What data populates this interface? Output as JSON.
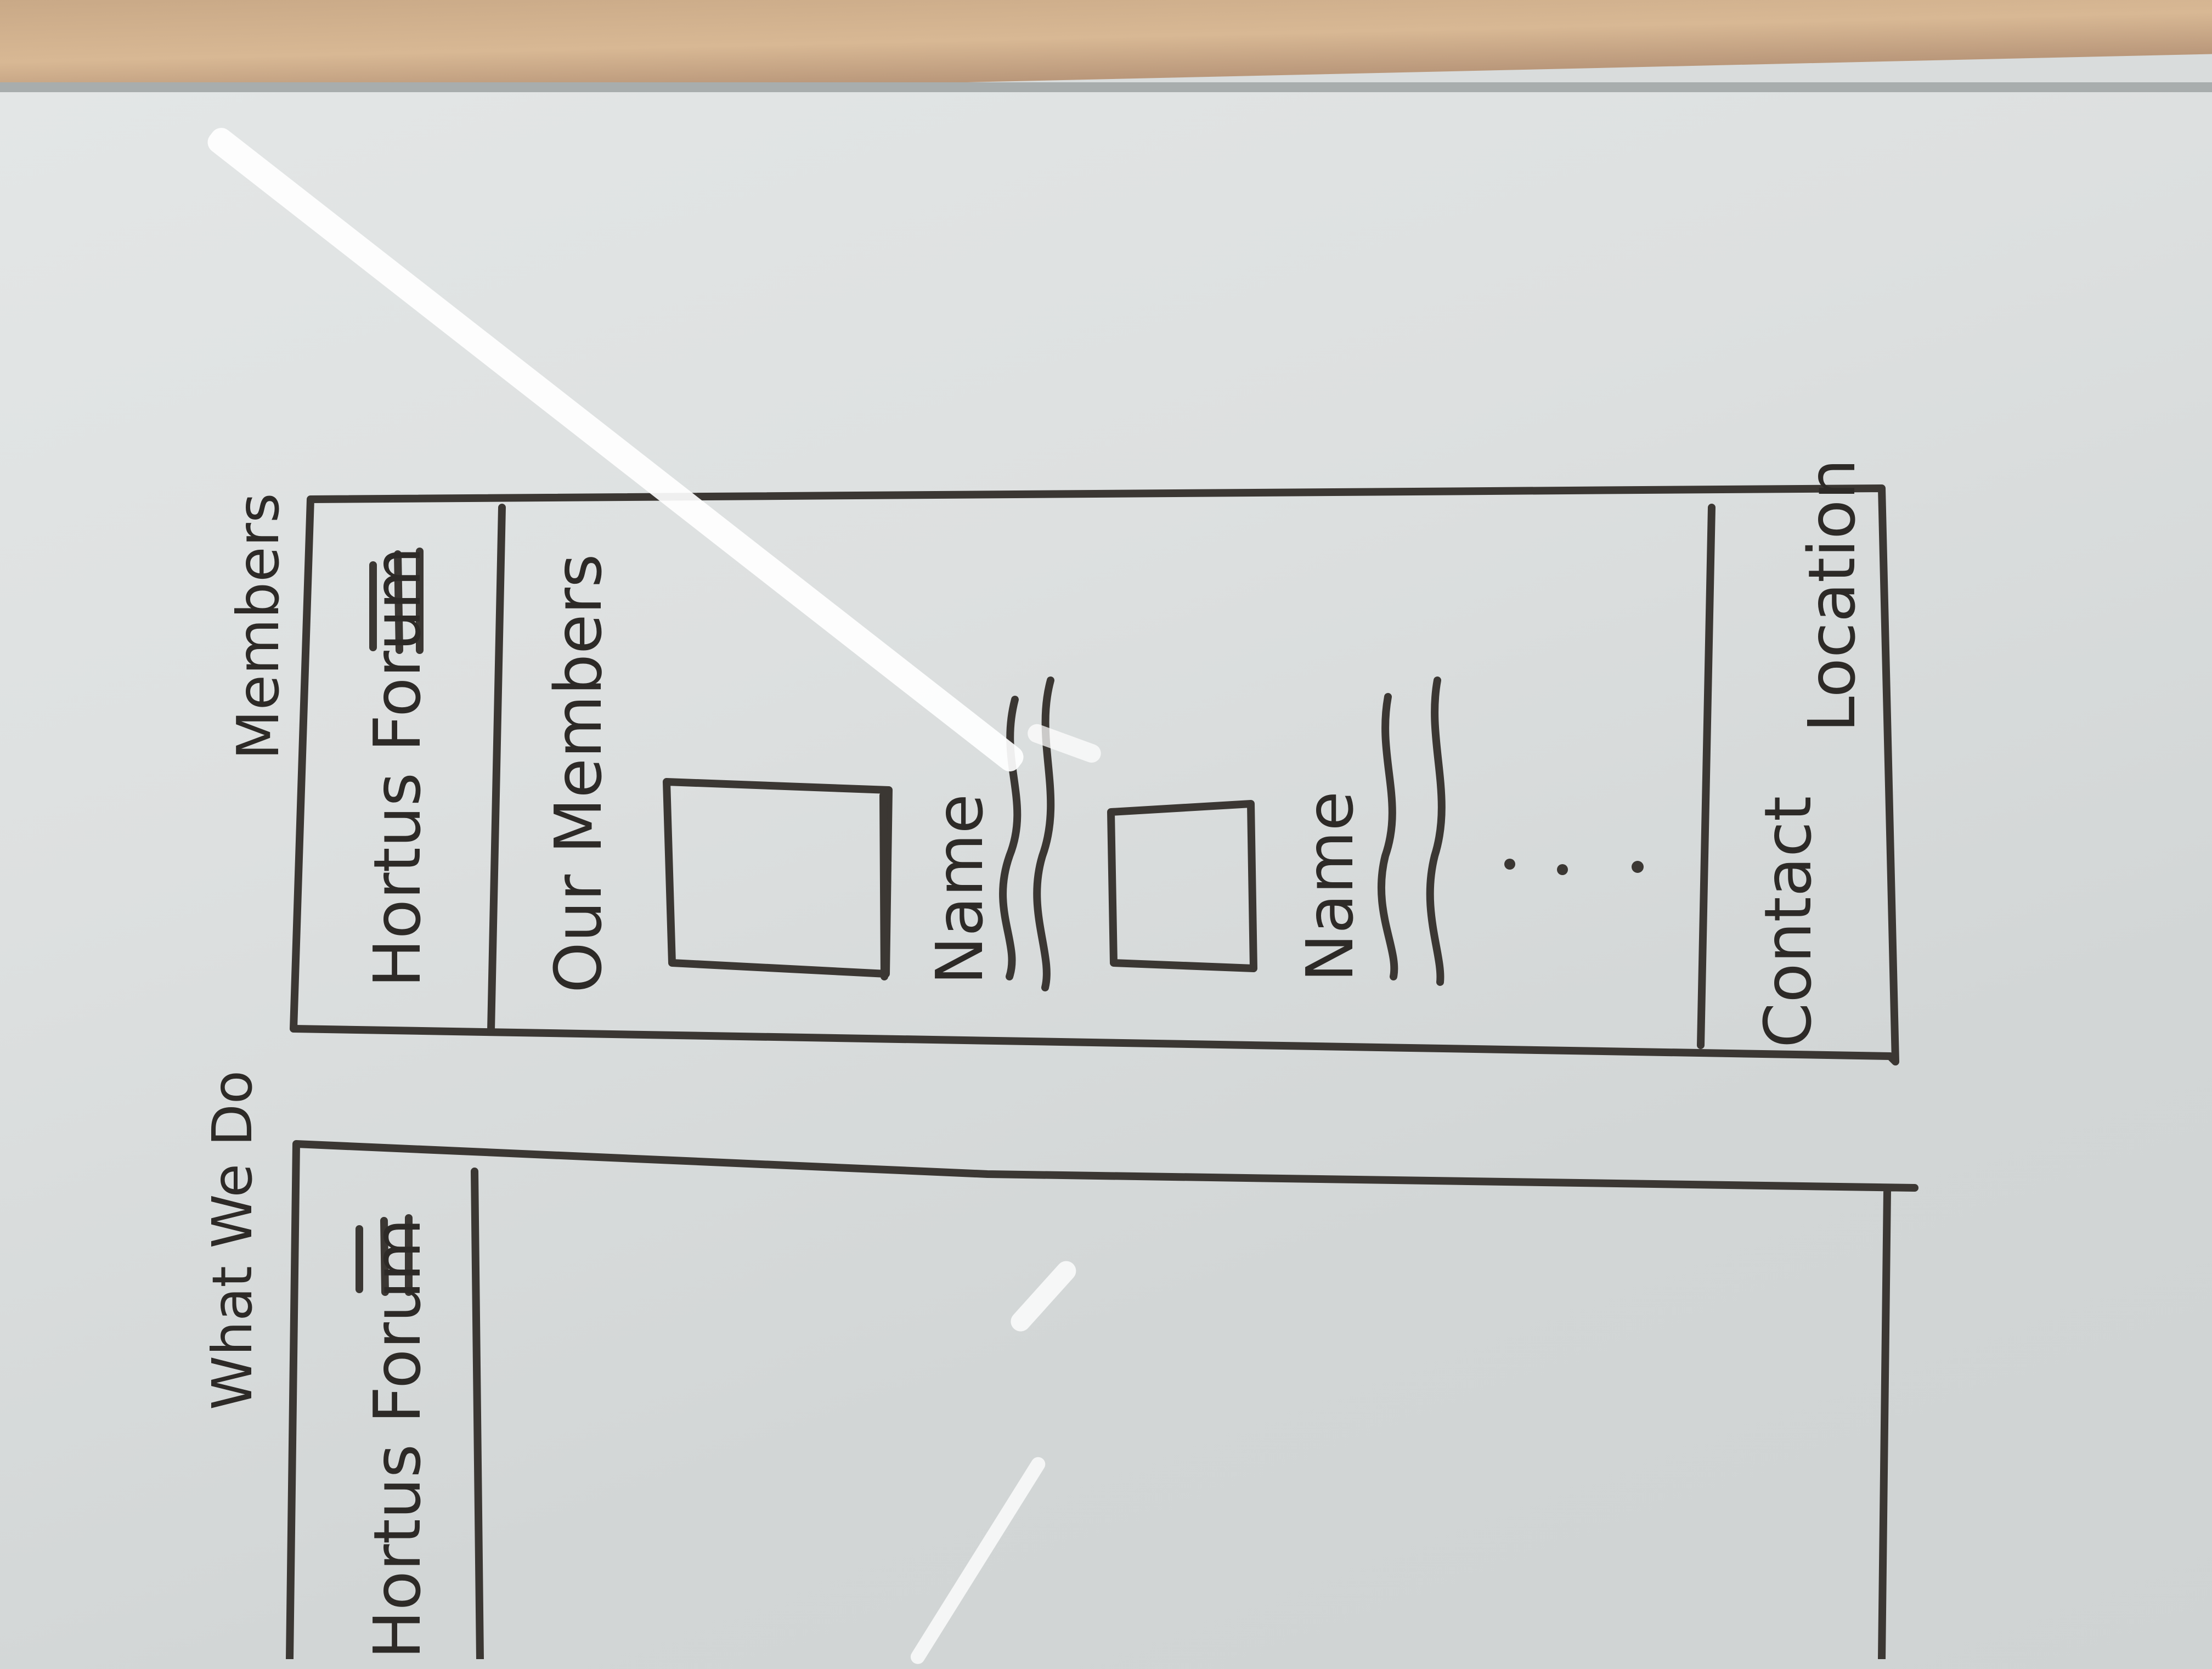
{
  "whiteboard": {
    "sketch_members": {
      "page_label": "Members",
      "site_title": "Hortus Forum",
      "menu_icon": "hamburger-icon",
      "section_heading": "Our Members",
      "member_cards": [
        {
          "image": "photo-placeholder",
          "label": "Name"
        },
        {
          "image": "photo-placeholder",
          "label": "Name"
        }
      ],
      "more_indicator": "...",
      "footer": {
        "contact": "Contact",
        "location": "Location"
      }
    },
    "sketch_what_we_do": {
      "page_label": "What We Do",
      "site_title": "Hortus Forum",
      "menu_icon": "hamburger-icon"
    },
    "colors": {
      "marker": "#2d2a27",
      "board": "#dde0e0",
      "frame": "#d2b08c"
    }
  }
}
